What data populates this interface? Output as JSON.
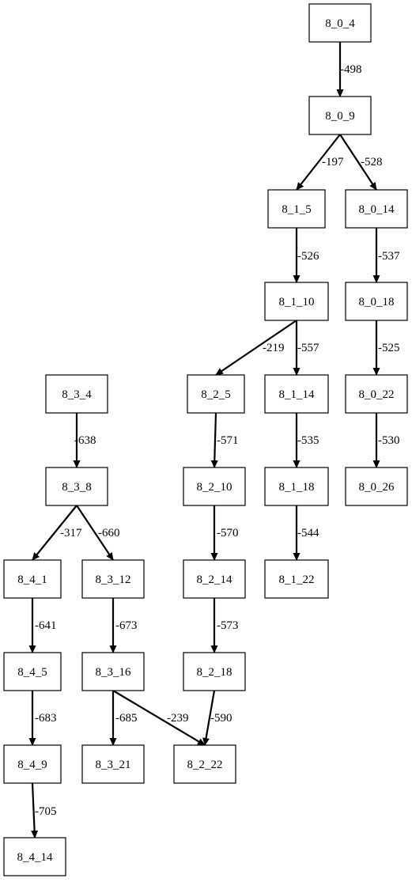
{
  "graph": {
    "nodes": [
      {
        "id": "8_0_4",
        "label": "8_0_4"
      },
      {
        "id": "8_0_9",
        "label": "8_0_9"
      },
      {
        "id": "8_1_5",
        "label": "8_1_5"
      },
      {
        "id": "8_0_14",
        "label": "8_0_14"
      },
      {
        "id": "8_1_10",
        "label": "8_1_10"
      },
      {
        "id": "8_0_18",
        "label": "8_0_18"
      },
      {
        "id": "8_3_4",
        "label": "8_3_4"
      },
      {
        "id": "8_2_5",
        "label": "8_2_5"
      },
      {
        "id": "8_1_14",
        "label": "8_1_14"
      },
      {
        "id": "8_0_22",
        "label": "8_0_22"
      },
      {
        "id": "8_3_8",
        "label": "8_3_8"
      },
      {
        "id": "8_2_10",
        "label": "8_2_10"
      },
      {
        "id": "8_1_18",
        "label": "8_1_18"
      },
      {
        "id": "8_0_26",
        "label": "8_0_26"
      },
      {
        "id": "8_4_1",
        "label": "8_4_1"
      },
      {
        "id": "8_3_12",
        "label": "8_3_12"
      },
      {
        "id": "8_2_14",
        "label": "8_2_14"
      },
      {
        "id": "8_1_22",
        "label": "8_1_22"
      },
      {
        "id": "8_4_5",
        "label": "8_4_5"
      },
      {
        "id": "8_3_16",
        "label": "8_3_16"
      },
      {
        "id": "8_2_18",
        "label": "8_2_18"
      },
      {
        "id": "8_4_9",
        "label": "8_4_9"
      },
      {
        "id": "8_3_21",
        "label": "8_3_21"
      },
      {
        "id": "8_2_22",
        "label": "8_2_22"
      },
      {
        "id": "8_4_14",
        "label": "8_4_14"
      }
    ],
    "edges": [
      {
        "from": "8_0_4",
        "to": "8_0_9",
        "label": "-498"
      },
      {
        "from": "8_0_9",
        "to": "8_1_5",
        "label": "-197"
      },
      {
        "from": "8_0_9",
        "to": "8_0_14",
        "label": "-528"
      },
      {
        "from": "8_1_5",
        "to": "8_1_10",
        "label": "-526"
      },
      {
        "from": "8_0_14",
        "to": "8_0_18",
        "label": "-537"
      },
      {
        "from": "8_1_10",
        "to": "8_2_5",
        "label": "-219"
      },
      {
        "from": "8_1_10",
        "to": "8_1_14",
        "label": "-557"
      },
      {
        "from": "8_0_18",
        "to": "8_0_22",
        "label": "-525"
      },
      {
        "from": "8_3_4",
        "to": "8_3_8",
        "label": "-638"
      },
      {
        "from": "8_2_5",
        "to": "8_2_10",
        "label": "-571"
      },
      {
        "from": "8_1_14",
        "to": "8_1_18",
        "label": "-535"
      },
      {
        "from": "8_0_22",
        "to": "8_0_26",
        "label": "-530"
      },
      {
        "from": "8_3_8",
        "to": "8_4_1",
        "label": "-317"
      },
      {
        "from": "8_3_8",
        "to": "8_3_12",
        "label": "-660"
      },
      {
        "from": "8_2_10",
        "to": "8_2_14",
        "label": "-570"
      },
      {
        "from": "8_1_18",
        "to": "8_1_22",
        "label": "-544"
      },
      {
        "from": "8_4_1",
        "to": "8_4_5",
        "label": "-641"
      },
      {
        "from": "8_3_12",
        "to": "8_3_16",
        "label": "-673"
      },
      {
        "from": "8_2_14",
        "to": "8_2_18",
        "label": "-573"
      },
      {
        "from": "8_4_5",
        "to": "8_4_9",
        "label": "-683"
      },
      {
        "from": "8_3_16",
        "to": "8_3_21",
        "label": "-685"
      },
      {
        "from": "8_3_16",
        "to": "8_2_22",
        "label": "-239"
      },
      {
        "from": "8_2_18",
        "to": "8_2_22",
        "label": "-590"
      },
      {
        "from": "8_4_9",
        "to": "8_4_14",
        "label": "-705"
      }
    ]
  }
}
